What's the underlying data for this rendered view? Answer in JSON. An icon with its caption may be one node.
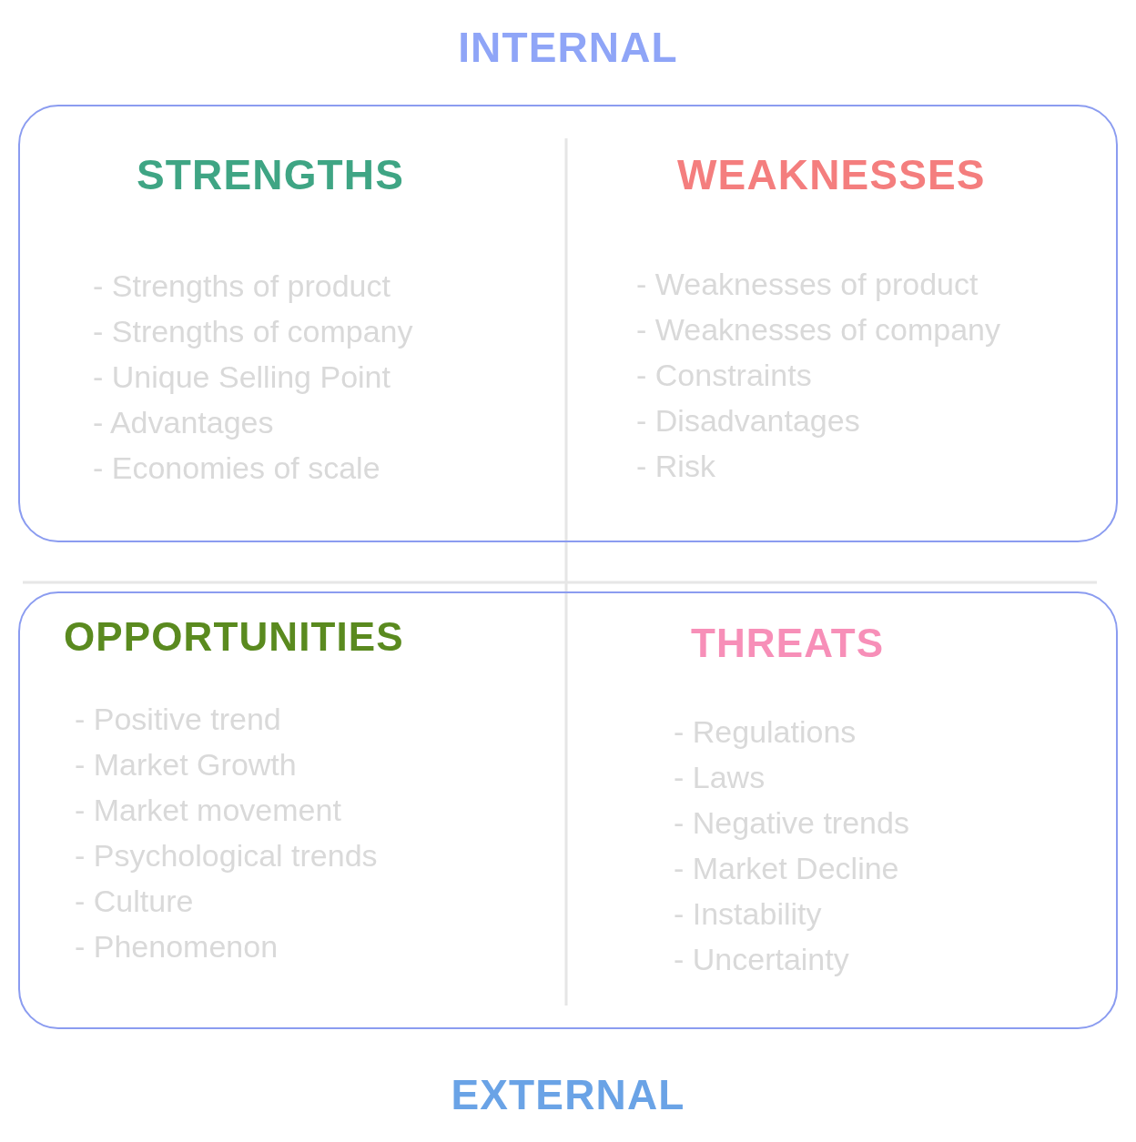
{
  "diagram": {
    "nodes": [
      {
        "text": [
          "INTERNAL"
        ]
      },
      {
        "text": [
          "STRENGTHS",
          "- Strengths of product",
          "- Strengths of company",
          "- Unique Selling Point",
          "- Advantages",
          "- Economies of scale"
        ],
        "in": 0
      },
      {
        "text": [
          "WEAKNESSES",
          "- Weaknesses of product",
          "- Weaknesses of company",
          "- Constraints",
          "- Disadvantages",
          "- Risk"
        ],
        "in": 0
      },
      {
        "text": [
          "EXTERNAL"
        ]
      },
      {
        "text": [
          "OPPORTUNITIES",
          "- Positive trend",
          "- Market Growth",
          "- Market movement",
          "- Psychological trends",
          "- Culture",
          "- Phenomenon"
        ],
        "in": 3
      },
      {
        "text": [
          "THREATS",
          "- Regulations",
          "- Laws",
          "- Negative trends",
          "- Market Decline",
          "- Instability",
          "- Uncertainty"
        ],
        "in": 3
      }
    ]
  }
}
